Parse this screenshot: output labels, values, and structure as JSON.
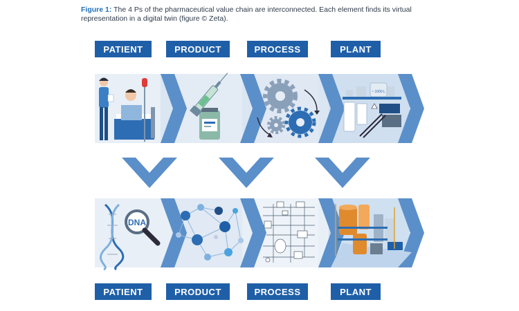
{
  "caption": {
    "figure_label": "Figure 1:",
    "text": "The 4 Ps of the pharmaceutical value chain are interconnected. Each element finds its virtual representation in a digital twin (figure © Zeta)."
  },
  "top_labels": [
    "PATIENT",
    "PRODUCT",
    "PROCESS",
    "PLANT"
  ],
  "bottom_labels": [
    "PATIENT",
    "PRODUCT",
    "PROCESS",
    "PLANT"
  ],
  "dna_text": "DNA",
  "tank_text": "~ 1000 L",
  "colors": {
    "label_bg": "#1f5fa8",
    "chevron": "#5b8fc9",
    "panel_bg": "#dbe6f3"
  }
}
